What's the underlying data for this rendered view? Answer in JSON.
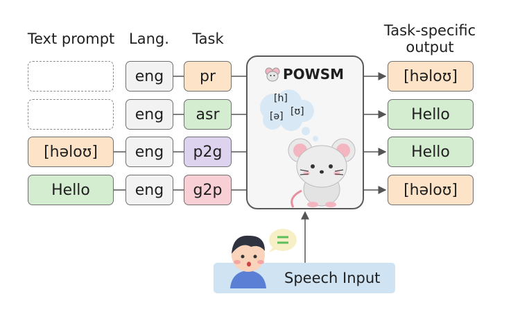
{
  "headers": {
    "text_prompt": "Text prompt",
    "lang": "Lang.",
    "task": "Task",
    "output": "Task-specific output"
  },
  "rows": [
    {
      "prompt": "",
      "lang": "eng",
      "task": "pr",
      "output": "[həloʊ]"
    },
    {
      "prompt": "",
      "lang": "eng",
      "task": "asr",
      "output": "Hello"
    },
    {
      "prompt": "[həloʊ]",
      "lang": "eng",
      "task": "p2g",
      "output": "Hello"
    },
    {
      "prompt": "Hello",
      "lang": "eng",
      "task": "g2p",
      "output": "[həloʊ]"
    }
  ],
  "model": {
    "name": "POWSM",
    "thought": {
      "a": "[h]",
      "b": "[ə]",
      "c": "[ʊ]"
    }
  },
  "speech_input": "Speech Input",
  "colors": {
    "orange": "#fde3c8",
    "green": "#d4ecd0",
    "gray": "#f2f2f2",
    "purple": "#ddd3ef",
    "pink": "#f7cfd5",
    "speech": "#cfe3f3"
  }
}
